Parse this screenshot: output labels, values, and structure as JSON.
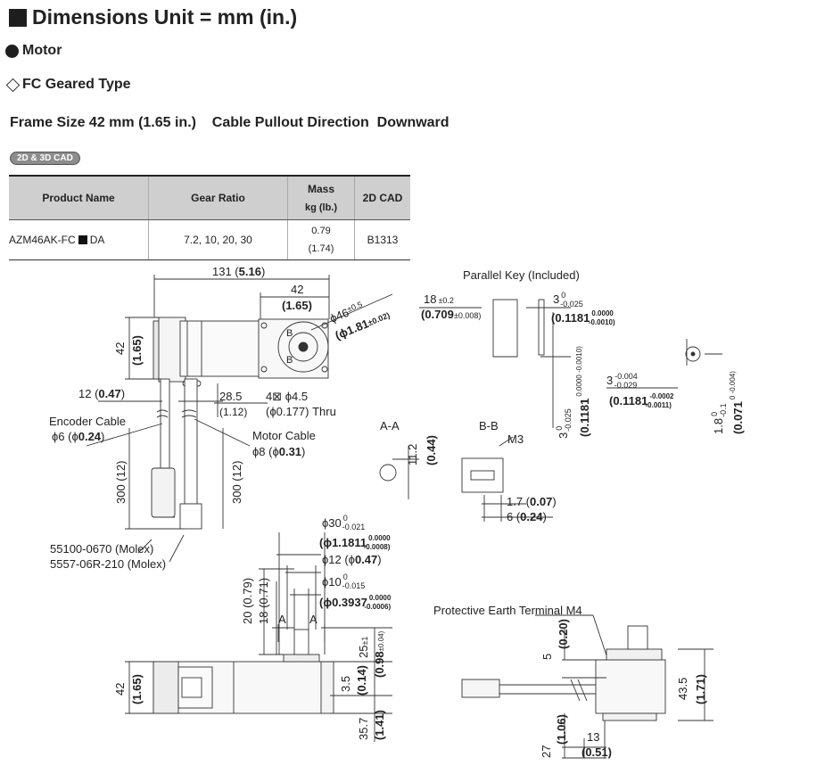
{
  "header": {
    "title": "Dimensions Unit = mm (in.)",
    "section": "Motor",
    "subsection": "FC Geared Type",
    "frame_line": "Frame Size 42 mm (1.65 in.)    Cable Pullout Direction  Downward",
    "cad_badge": "2D & 3D CAD"
  },
  "table": {
    "headers": {
      "product": "Product Name",
      "gear": "Gear Ratio",
      "mass_top": "Mass",
      "mass_unit": "kg (lb.)",
      "cad": "2D CAD"
    },
    "row": {
      "product_a": "AZM46AK-FC",
      "product_b": "DA",
      "gear": "7.2, 10, 20, 30",
      "mass_kg": "0.79",
      "mass_lb": "(1.74)",
      "cad": "B1313"
    }
  },
  "labels": {
    "d131": "131 (",
    "d131b": "5.16",
    "d131c": ")",
    "d42top": "42",
    "d165top": "(1.65)",
    "phi46": "ϕ46",
    "phi46tol": "±0.5",
    "phi181": "(ϕ1.81",
    "phi181tol": "±0.02)",
    "d42side": "42",
    "d165side": "(1.65)",
    "d12": "12 (",
    "d12b": "0.47",
    "d12c": ")",
    "d285": "28.5",
    "d112": "(1.12)",
    "holes": "4⊠ ϕ4.5",
    "holes_in": "(ϕ0.177) Thru",
    "encoder": "Encoder Cable",
    "encoder_d": "ϕ6 (ϕ",
    "encoder_db": "0.24",
    "encoder_dc": ")",
    "motorcable": "Motor Cable",
    "motorcable_d": "ϕ8 (ϕ",
    "motorcable_db": "0.31",
    "motorcable_dc": ")",
    "d300a": "300 (12)",
    "d300b": "300 (12)",
    "conn1": "55100-0670 (Molex)",
    "conn2": "5557-06R-210 (Molex)",
    "key_title": "Parallel Key (Included)",
    "key18": "18",
    "key18tol": "±0.2",
    "key709": "(0.709",
    "key709tol": "±0.008)",
    "key3": "3",
    "key3up": "0",
    "key3dn": "-0.025",
    "key1181": "(0.1181",
    "key1181up": "0.0000",
    "key1181dn": "-0.0010)",
    "key3b": "3",
    "key3bup": "-0.004",
    "key3bdn": "-0.029",
    "key1181b": "(0.1181",
    "key1181bup": "-0.0002",
    "key1181bdn": "-0.0011)",
    "vert3": "3",
    "vert3up": "0",
    "vert3dn": "-0.025",
    "vert1181": "(0.1181",
    "vert1181tol": "0.0000 -0.0010)",
    "vert18": "1.8",
    "vert18up": "0",
    "vert18dn": "-0.1",
    "vert071": "(0.071",
    "vert071tol": "0 -0.004)",
    "aa": "A-A",
    "bb": "B-B",
    "m3": "M3",
    "d112v": "11.2",
    "d044v": "(0.44)",
    "d17": "1.7 (",
    "d17b": "0.07",
    "d17c": ")",
    "d6": "6 (",
    "d6b": "0.24",
    "d6c": ")",
    "phi30": "ϕ30",
    "phi30up": "0",
    "phi30dn": "-0.021",
    "phi11811": "(ϕ1.1811",
    "phi11811up": "0.0000",
    "phi11811dn": "-0.0008)",
    "phi12": "ϕ12 (ϕ",
    "phi12b": "0.47",
    "phi12c": ")",
    "phi10": "ϕ10",
    "phi10up": "0",
    "phi10dn": "-0.015",
    "phi3937": "(ϕ0.3937",
    "phi3937up": "0.0000",
    "phi3937dn": "-0.0006)",
    "d20": "20 (0.79)",
    "d18": "18 (0.71)",
    "a_left": "A",
    "a_right": "A",
    "d25": "25",
    "d25tol": "±1",
    "d098": "(0.98",
    "d098tol": "±0.04)",
    "d42b": "42",
    "d165b": "(1.65)",
    "d35": "3.5",
    "d014": "(0.14)",
    "d357": "35.7",
    "d141": "(1.41)",
    "pe": "Protective Earth Terminal M4",
    "d5": "5",
    "d020": "(0.20)",
    "d435": "43.5",
    "d171": "(1.71)",
    "d27": "27",
    "d106": "(1.06)",
    "d13": "13",
    "d051": "(0.51)",
    "b": "B"
  }
}
